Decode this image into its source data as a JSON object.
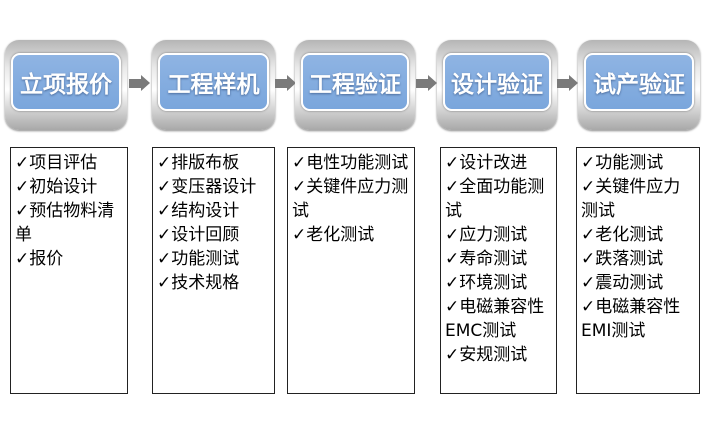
{
  "stages": [
    {
      "title": "立项报价",
      "items": [
        "✓项目评估",
        "✓初始设计",
        "✓预估物料清单",
        "✓报价"
      ]
    },
    {
      "title": "工程样机",
      "items": [
        "✓排版布板",
        "✓变压器设计",
        "✓结构设计",
        "✓设计回顾",
        "✓功能测试",
        "✓技术规格"
      ]
    },
    {
      "title": "工程验证",
      "items": [
        "✓电性功能测试",
        "✓关键件应力测试",
        "✓老化测试"
      ]
    },
    {
      "title": "设计验证",
      "items": [
        "✓设计改进",
        "✓全面功能测试",
        "✓应力测试",
        "✓寿命测试",
        "✓环境测试",
        "✓电磁兼容性EMC测试",
        "✓安规测试"
      ]
    },
    {
      "title": "试产验证",
      "items": [
        "✓功能测试",
        "✓关键件应力测试",
        "✓老化测试",
        "✓跌落测试",
        "✓震动测试",
        "✓电磁兼容性EMI测试"
      ]
    }
  ]
}
